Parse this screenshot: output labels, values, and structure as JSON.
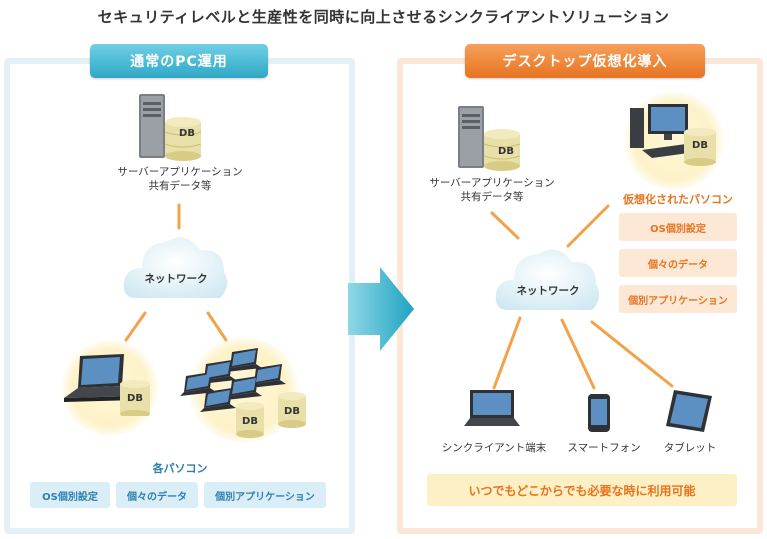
{
  "title": "セキュリティレベルと生産性を同時に向上させるシンクライアントソリューション",
  "left": {
    "header": "通常のPC運用",
    "server_label_line1": "サーバーアプリケーション",
    "server_label_line2": "共有データ等",
    "db": "DB",
    "network": "ネットワーク",
    "pcs_label": "各パソコン",
    "tags": [
      "OS個別設定",
      "個々のデータ",
      "個別アプリケーション"
    ]
  },
  "right": {
    "header": "デスクトップ仮想化導入",
    "server_label_line1": "サーバーアプリケーション",
    "server_label_line2": "共有データ等",
    "db": "DB",
    "network": "ネットワーク",
    "virtual_label": "仮想化されたパソコン",
    "tags": [
      "OS個別設定",
      "個々のデータ",
      "個別アプリケーション"
    ],
    "devices": [
      "シンクライアント端末",
      "スマートフォン",
      "タブレット"
    ],
    "banner": "いつでもどこからでも必要な時に利用可能"
  },
  "colors": {
    "blue_accent": "#2fa8c6",
    "orange_accent": "#e67422",
    "line": "#f4a24a",
    "arrow": "#3fb4cc"
  }
}
